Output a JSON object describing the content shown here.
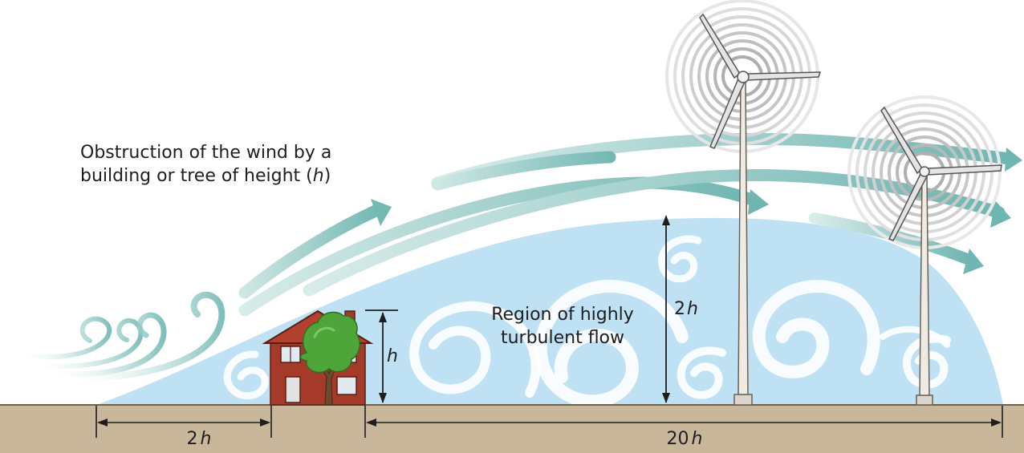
{
  "caption": {
    "line1": "Obstruction of the wind by a",
    "line2_prefix": "building or tree of height (",
    "line2_var": "h",
    "line2_suffix": ")"
  },
  "region": {
    "line1": "Region of highly",
    "line2": "turbulent flow"
  },
  "dimensions": {
    "house_height": {
      "value": "h"
    },
    "turbulence_height": {
      "num": "2",
      "var": "h"
    },
    "upstream_distance": {
      "num": "2",
      "var": "h"
    },
    "downstream_distance": {
      "num": "20",
      "var": "h"
    }
  },
  "colors": {
    "sky": "#ffffff",
    "turbulence_region": "#bfe1f4",
    "wind_arrow": "#7fbfbc",
    "ground": "#c9b79c",
    "ground_line": "#6e6253",
    "house_wall": "#a63a2a",
    "tree": "#4ea63a",
    "turbine": "#eeeae4"
  }
}
